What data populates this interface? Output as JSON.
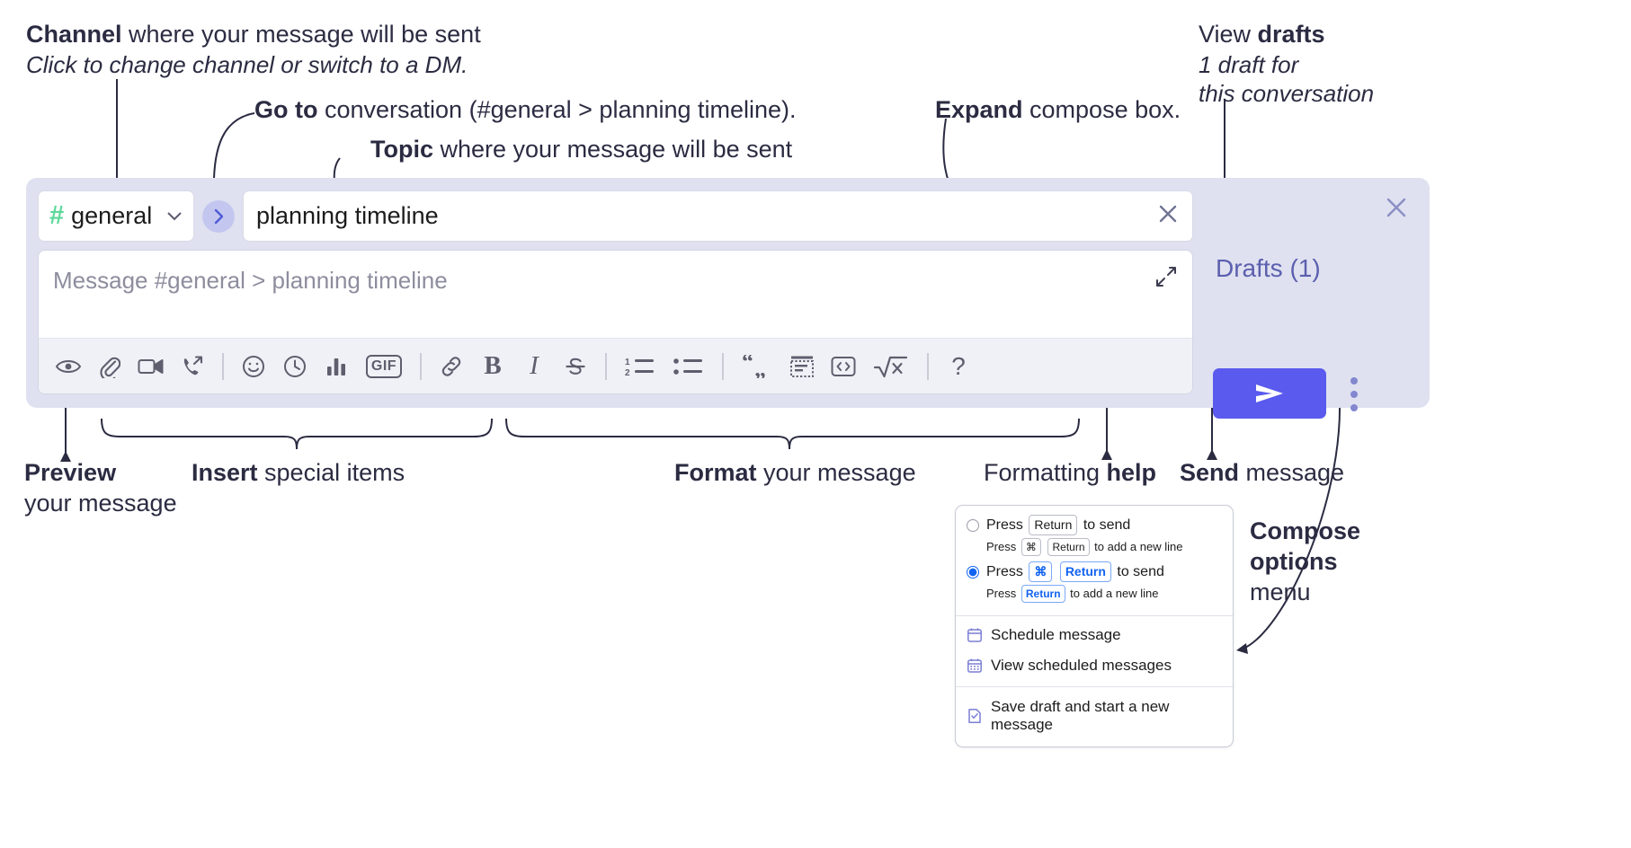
{
  "annotations": {
    "channel": {
      "bold": "Channel",
      "rest": " where your message will be sent",
      "italic": "Click to change channel or switch to a DM."
    },
    "goto": {
      "bold": "Go to",
      "rest": " conversation (#general > planning timeline)."
    },
    "topic": {
      "bold": "Topic",
      "rest": " where your message will be sent"
    },
    "expand": {
      "bold": "Expand",
      "rest": " compose box."
    },
    "drafts": {
      "prefix": "View ",
      "bold": "drafts",
      "line2": "1 draft for",
      "line3": "this conversation"
    },
    "preview": {
      "bold": "Preview",
      "line2": "your message"
    },
    "insert": {
      "bold": "Insert",
      "rest": " special items"
    },
    "format": {
      "bold": "Format",
      "rest": " your message"
    },
    "help": {
      "prefix": "Formatting ",
      "bold": "help"
    },
    "send": {
      "bold": "Send",
      "rest": " message"
    },
    "compose_options": {
      "line1": "Compose",
      "line2": "options",
      "line3": "menu"
    }
  },
  "compose": {
    "channel": {
      "hash": "#",
      "name": "general",
      "chevron": "⌄"
    },
    "goto_button": "›",
    "topic": {
      "value": "planning timeline",
      "clear": "✕"
    },
    "editor": {
      "placeholder": "Message #general > planning timeline"
    },
    "toolbar": {
      "items": [
        {
          "name": "preview-icon",
          "label": "Preview"
        },
        {
          "name": "attachment-icon",
          "label": "Attach file"
        },
        {
          "name": "video-icon",
          "label": "Record video clip"
        },
        {
          "name": "audio-call-icon",
          "label": "Record audio clip"
        },
        {
          "name": "emoji-icon",
          "label": "Emoji"
        },
        {
          "name": "clock-icon",
          "label": "Reminder"
        },
        {
          "name": "poll-icon",
          "label": "Poll"
        },
        {
          "name": "gif-icon",
          "label": "GIF"
        },
        {
          "name": "link-icon",
          "label": "Link"
        },
        {
          "name": "bold-icon",
          "label": "B"
        },
        {
          "name": "italic-icon",
          "label": "I"
        },
        {
          "name": "strikethrough-icon",
          "label": "Strikethrough"
        },
        {
          "name": "ordered-list-icon",
          "label": "Ordered list"
        },
        {
          "name": "bullet-list-icon",
          "label": "Bulleted list"
        },
        {
          "name": "blockquote-icon",
          "label": "Blockquote"
        },
        {
          "name": "code-block-icon",
          "label": "Code block"
        },
        {
          "name": "inline-code-icon",
          "label": "Code"
        },
        {
          "name": "math-icon",
          "label": "√x"
        },
        {
          "name": "help-icon",
          "label": "?"
        }
      ],
      "gif_label": "GIF",
      "bold_label": "B",
      "italic_label": "I",
      "help_label": "?",
      "math_label": "x"
    }
  },
  "rail": {
    "close": "✕",
    "drafts_label": "Drafts (1)",
    "send_label": "Send"
  },
  "options_menu": {
    "option1": {
      "pre": "Press",
      "key": "Return",
      "post": "to send",
      "sub_pre": "Press",
      "sub_key1": "⌘",
      "sub_key2": "Return",
      "sub_post": "to add a new line",
      "selected": false
    },
    "option2": {
      "pre": "Press",
      "key1": "⌘",
      "key2": "Return",
      "post": "to send",
      "sub_pre": "Press",
      "sub_key": "Return",
      "sub_post": "to add a new line",
      "selected": true
    },
    "items": [
      {
        "icon": "calendar-icon",
        "label": "Schedule message"
      },
      {
        "icon": "calendar-grid-icon",
        "label": "View scheduled messages"
      },
      {
        "icon": "save-draft-icon",
        "label": "Save draft and start a new message"
      }
    ]
  },
  "colors": {
    "compose_bg": "#dfe1f0",
    "accent_purple": "#5a5aee",
    "drafts_text": "#5b5fae",
    "hash_green": "#5bd999",
    "kbd_blue": "#1264f0"
  }
}
